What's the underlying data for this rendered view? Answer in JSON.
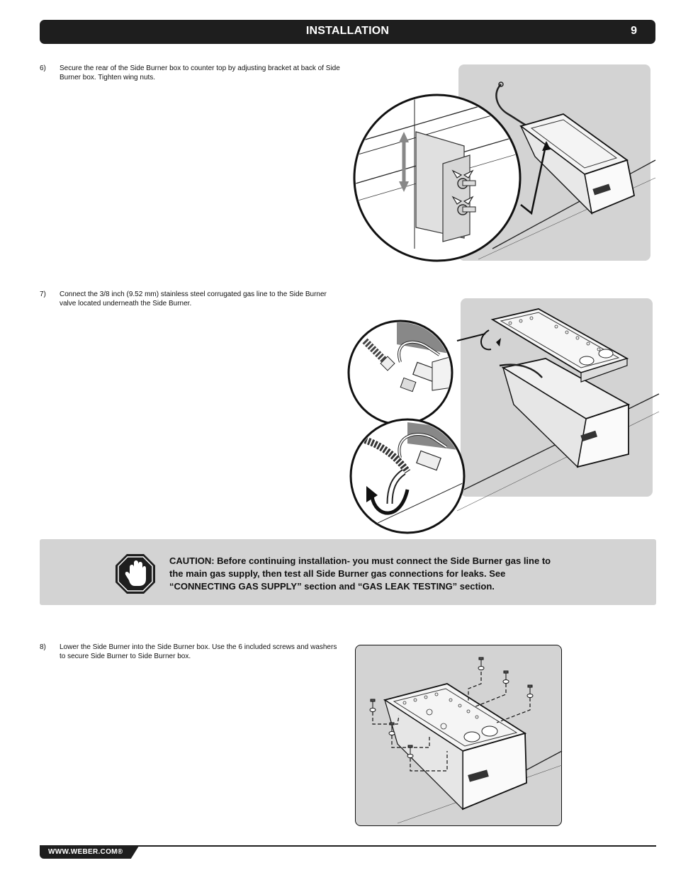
{
  "header": {
    "title": "INSTALLATION",
    "page_number": "9"
  },
  "steps": [
    {
      "number": "6)",
      "text": "Secure the rear of the Side Burner box to counter top by adjusting bracket at back of Side Burner box. Tighten wing nuts."
    },
    {
      "number": "7)",
      "text": "Connect the 3/8 inch (9.52 mm) stainless steel corrugated gas line to the Side Burner valve located underneath the Side Burner."
    },
    {
      "number": "8)",
      "text": "Lower the Side Burner into the Side Burner box. Use the 6 included screws and washers to secure Side Burner to Side Burner box."
    }
  ],
  "caution": {
    "text": "CAUTION: Before continuing installation- you must connect the Side Burner gas line to the main gas supply, then test all Side Burner gas connections for leaks. See “CONNECTING GAS SUPPLY” section and “GAS LEAK TESTING” section.",
    "icon": "stop-hand-icon"
  },
  "footer": {
    "url": "WWW.WEBER.COM®"
  },
  "colors": {
    "header_bg": "#1e1e1e",
    "panel_bg": "#d3d3d3",
    "text": "#111111"
  }
}
